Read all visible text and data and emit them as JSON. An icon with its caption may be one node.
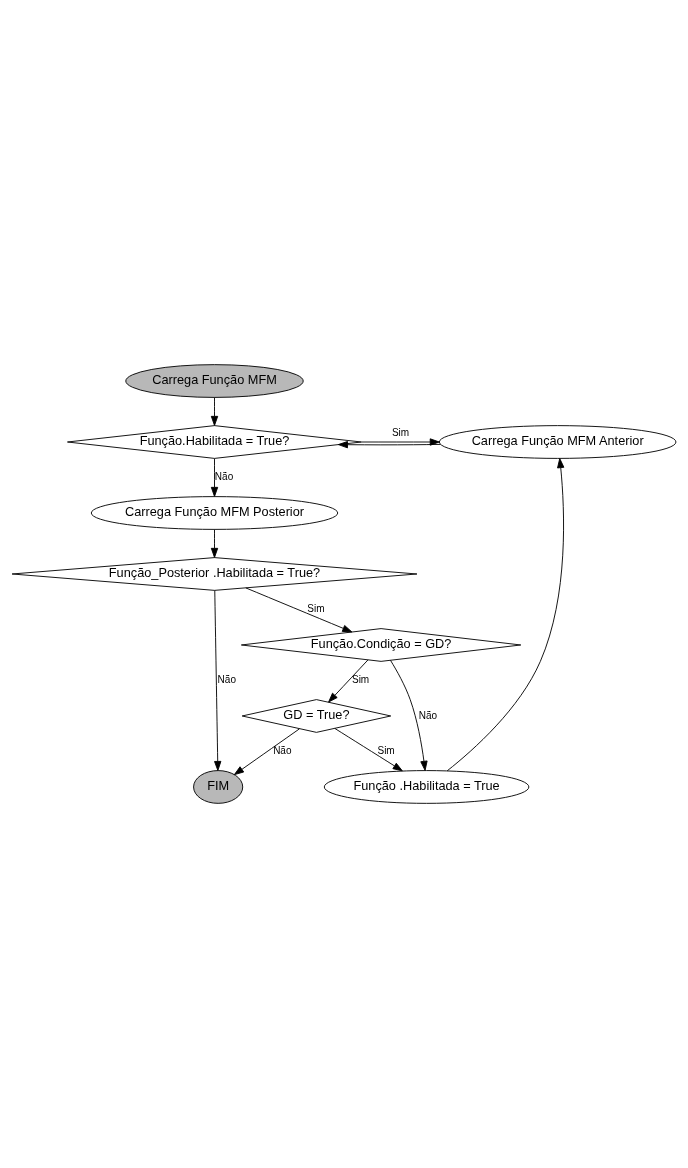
{
  "diagram": {
    "nodes": [
      {
        "text": [
          "Carrega Função MFM"
        ]
      },
      {
        "text": [
          "Função.Habilitada = True?"
        ]
      },
      {
        "text": [
          "Carrega Função MFM Anterior"
        ]
      },
      {
        "text": [
          "Carrega Função MFM Posterior"
        ]
      },
      {
        "text": [
          "Função_Posterior .Habilitada = True?"
        ]
      },
      {
        "text": [
          "Função.Condição = GD?"
        ]
      },
      {
        "text": [
          "GD = True?"
        ]
      },
      {
        "text": [
          "Função .Habilitada = True"
        ]
      },
      {
        "text": [
          "FIM"
        ]
      }
    ],
    "edges": [
      {
        "from": 0,
        "to": 1,
        "arrow": "to"
      },
      {
        "from": 1,
        "to": 2,
        "arrow": "to",
        "label": "Sim"
      },
      {
        "from": 2,
        "to": 1,
        "arrow": "to"
      },
      {
        "from": 1,
        "to": 3,
        "arrow": "to",
        "label": "Não"
      },
      {
        "from": 3,
        "to": 4,
        "arrow": "to"
      },
      {
        "from": 4,
        "to": 8,
        "arrow": "to",
        "label": "Não"
      },
      {
        "from": 4,
        "to": 5,
        "arrow": "to",
        "label": "Sim"
      },
      {
        "from": 5,
        "to": 7,
        "arrow": "to",
        "label": "Não"
      },
      {
        "from": 5,
        "to": 6,
        "arrow": "to",
        "label": "Sim"
      },
      {
        "from": 6,
        "to": 7,
        "arrow": "to",
        "label": "Sim"
      },
      {
        "from": 6,
        "to": 8,
        "arrow": "to",
        "label": "Não"
      },
      {
        "from": 7,
        "to": 2,
        "arrow": "to"
      }
    ]
  }
}
